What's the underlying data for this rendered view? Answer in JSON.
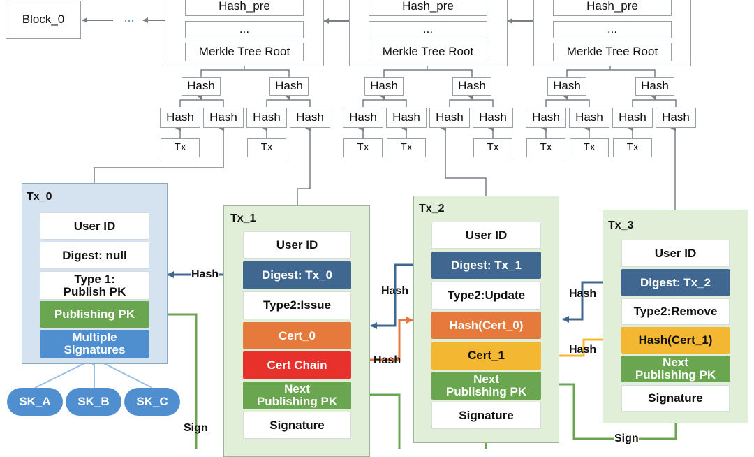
{
  "chain": {
    "genesis_label": "Block_0",
    "ellipsis": "...",
    "block_fields": {
      "hash_pre": "Hash_pre",
      "dots": "...",
      "merkle_root": "Merkle Tree Root"
    },
    "hash_label": "Hash",
    "tx_label": "Tx"
  },
  "tx0": {
    "title": "Tx_0",
    "user_id": "User ID",
    "digest": "Digest: null",
    "type": "Type 1:\nPublish PK",
    "publishing_pk": "Publishing PK",
    "signatures": "Multiple\nSignatures",
    "keys": [
      "SK_A",
      "SK_B",
      "SK_C"
    ]
  },
  "tx1": {
    "title": "Tx_1",
    "user_id": "User ID",
    "digest": "Digest: Tx_0",
    "type": "Type2:Issue",
    "cert": "Cert_0",
    "cert_chain": "Cert Chain",
    "next_pk": "Next\nPublishing PK",
    "signature": "Signature"
  },
  "tx2": {
    "title": "Tx_2",
    "user_id": "User ID",
    "digest": "Digest: Tx_1",
    "type": "Type2:Update",
    "hash_cert": "Hash(Cert_0)",
    "cert": "Cert_1",
    "next_pk": "Next\nPublishing PK",
    "signature": "Signature"
  },
  "tx3": {
    "title": "Tx_3",
    "user_id": "User ID",
    "digest": "Digest: Tx_2",
    "type": "Type2:Remove",
    "hash_cert": "Hash(Cert_1)",
    "next_pk": "Next\nPublishing PK",
    "signature": "Signature"
  },
  "edge_labels": {
    "hash": "Hash",
    "sign": "Sign"
  },
  "colors": {
    "navy": "#3f6790",
    "blue": "#4f8fcf",
    "green": "#6aa64f",
    "orange": "#e57a3c",
    "red": "#e8312b",
    "yellow": "#f4b731",
    "panel_blue": "#d5e3f0",
    "panel_green": "#e1eed8"
  }
}
